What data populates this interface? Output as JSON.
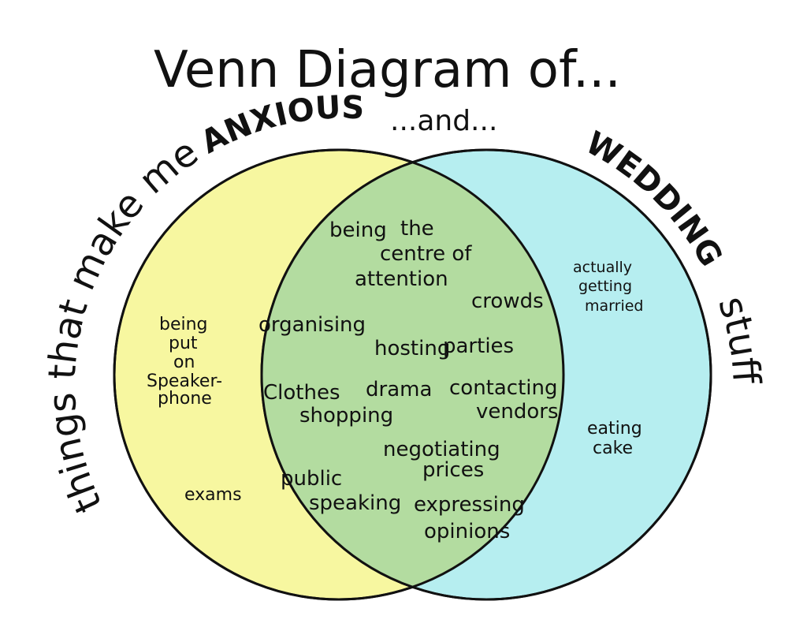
{
  "title": "Venn Diagram of...",
  "subtitle": "...and...",
  "left_label": {
    "prefix": "things that make me",
    "emphasis": "ANXIOUS"
  },
  "right_label": {
    "emphasis": "WEDDING",
    "suffix": "stuff"
  },
  "colors": {
    "left_fill": "#f7f7a0",
    "right_fill": "#b6eef0",
    "overlap_fill": "#b3dca0",
    "stroke": "#111111"
  },
  "left_only": [
    "being",
    "put",
    "on",
    "Speaker-",
    "phone",
    "exams"
  ],
  "right_only": [
    "actually",
    "getting",
    "married",
    "eating",
    "cake"
  ],
  "overlap": [
    "being",
    "the",
    "centre of",
    "attention",
    "crowds",
    "organising",
    "hosting",
    "parties",
    "Clothes",
    "shopping",
    "drama",
    "contacting",
    "vendors",
    "negotiating",
    "prices",
    "public",
    "speaking",
    "expressing",
    "opinions"
  ]
}
